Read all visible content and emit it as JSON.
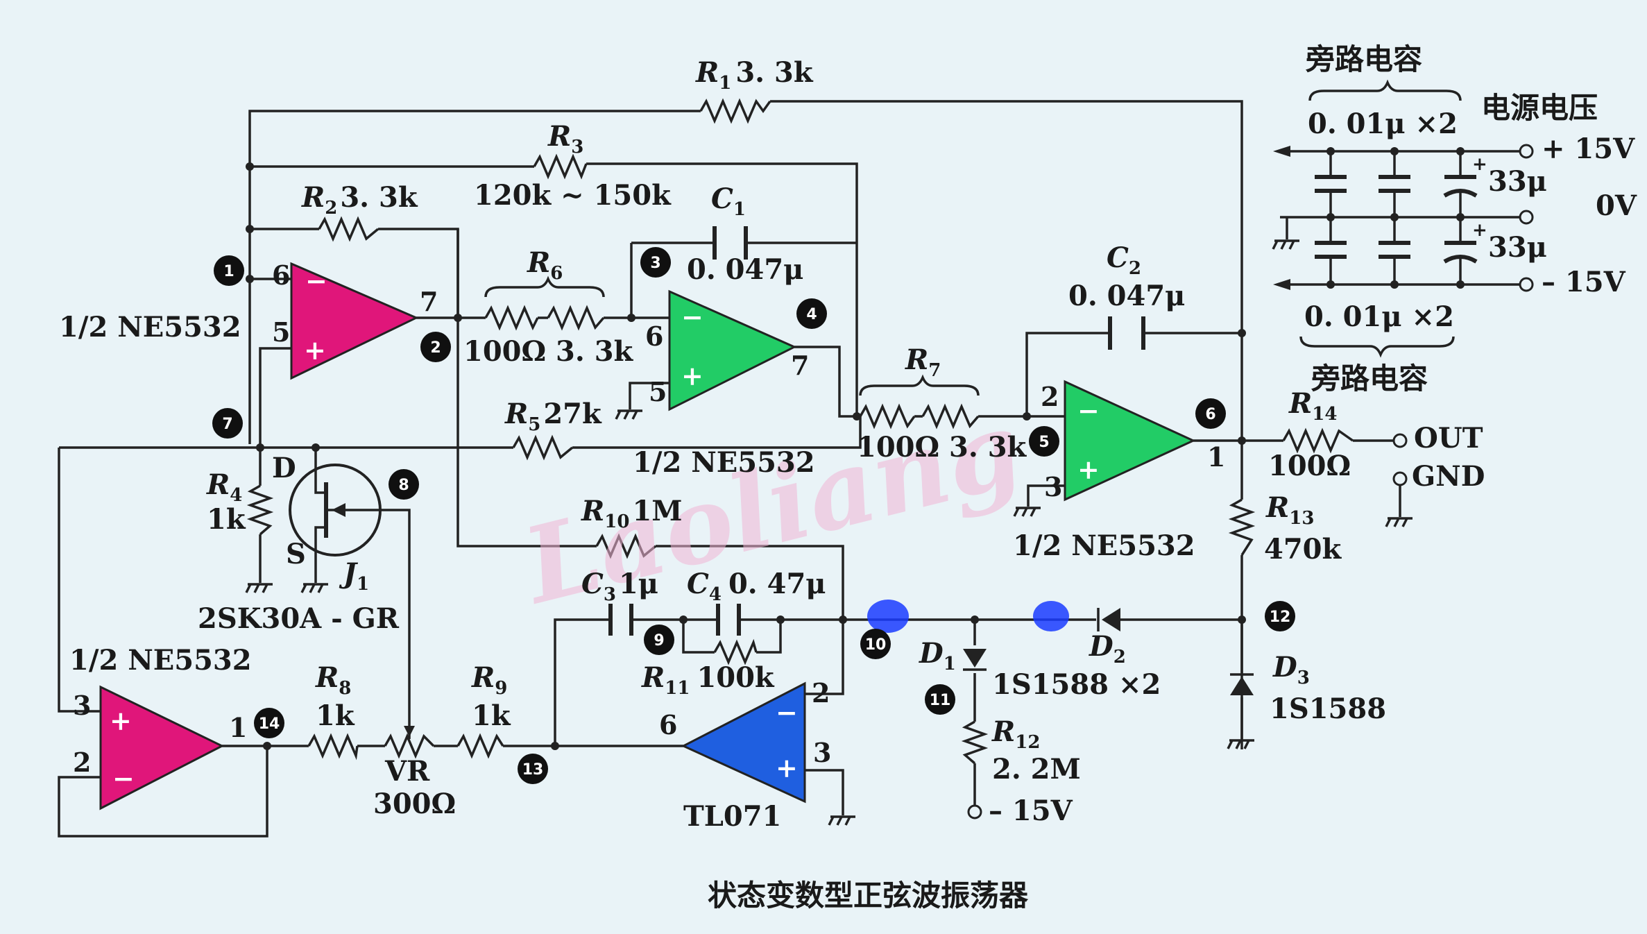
{
  "caption": "状态变数型正弦波振荡器",
  "watermark": "Laoliang",
  "colors": {
    "background": "#e9f3f7",
    "opamp_pink": "#e0167a",
    "opamp_green": "#22cc66",
    "opamp_blue": "#1f5fe0",
    "highlight_dot": "#1a3bff",
    "watermark": "#f2b6d6"
  },
  "icons": {
    "opamp": "triangle-opamp-icon",
    "ground": "ground-icon",
    "terminal": "open-circle-terminal-icon",
    "diode": "diode-icon",
    "jfet": "jfet-icon"
  },
  "opamps": {
    "u1": {
      "label": "1/2 NE5532",
      "pin_inv": "6",
      "pin_noninv": "5",
      "pin_out": "7",
      "sign_inv": "−",
      "sign_noninv": "+"
    },
    "u2": {
      "label": "1/2 NE5532",
      "pin_inv": "6",
      "pin_noninv": "5",
      "pin_out": "7",
      "sign_inv": "−",
      "sign_noninv": "+"
    },
    "u3": {
      "label": "1/2 NE5532",
      "pin_inv": "2",
      "pin_noninv": "3",
      "pin_out": "1",
      "sign_inv": "−",
      "sign_noninv": "+"
    },
    "u4": {
      "label": "1/2 NE5532",
      "pin_noninv": "3",
      "pin_inv": "2",
      "pin_out": "1",
      "sign_inv": "−",
      "sign_noninv": "+"
    },
    "u5": {
      "label": "TL071",
      "pin_inv": "2",
      "pin_noninv": "3",
      "pin_out": "6",
      "sign_inv": "−",
      "sign_noninv": "+"
    }
  },
  "components": {
    "r1": {
      "name": "R",
      "sub": "1",
      "value": "3. 3k"
    },
    "r2": {
      "name": "R",
      "sub": "2",
      "value": "3. 3k"
    },
    "r3": {
      "name": "R",
      "sub": "3",
      "value": "120k ~ 150k"
    },
    "r4": {
      "name": "R",
      "sub": "4",
      "value": "1k"
    },
    "r5": {
      "name": "R",
      "sub": "5",
      "value": "27k"
    },
    "r6": {
      "name": "R",
      "sub": "6",
      "value": "100Ω 3. 3k"
    },
    "r7": {
      "name": "R",
      "sub": "7",
      "value": "100Ω 3. 3k"
    },
    "r8": {
      "name": "R",
      "sub": "8",
      "value": "1k"
    },
    "r9": {
      "name": "R",
      "sub": "9",
      "value": "1k"
    },
    "r10": {
      "name": "R",
      "sub": "10",
      "value": "1M"
    },
    "r11": {
      "name": "R",
      "sub": "11",
      "value": "100k"
    },
    "r12": {
      "name": "R",
      "sub": "12",
      "value": "2. 2M"
    },
    "r13": {
      "name": "R",
      "sub": "13",
      "value": "470k"
    },
    "r14": {
      "name": "R",
      "sub": "14",
      "value": "100Ω"
    },
    "c1": {
      "name": "C",
      "sub": "1",
      "value": "0. 047μ"
    },
    "c2": {
      "name": "C",
      "sub": "2",
      "value": "0. 047μ"
    },
    "c3": {
      "name": "C",
      "sub": "3",
      "value": "1μ"
    },
    "c4": {
      "name": "C",
      "sub": "4",
      "value": "0. 47μ"
    },
    "vr": {
      "name": "VR",
      "value": "300Ω"
    },
    "d1": {
      "name": "D",
      "sub": "1",
      "value": "1S1588 ×2"
    },
    "d2": {
      "name": "D",
      "sub": "2"
    },
    "d3": {
      "name": "D",
      "sub": "3",
      "value": "1S1588"
    },
    "j1": {
      "name": "J",
      "sub": "1",
      "value": "2SK30A - GR",
      "pin_d": "D",
      "pin_s": "S"
    }
  },
  "power": {
    "title": "电源电压",
    "bypass_label": "旁路电容",
    "bypass_top": "0. 01μ ×2",
    "bypass_bottom": "0. 01μ ×2",
    "electrolytic_top": "33μ",
    "electrolytic_bottom": "33μ",
    "rail_pos": "+ 15V",
    "rail_zero": "0V",
    "rail_neg": "– 15V",
    "plus_sign": "+",
    "r12_supply": "– 15V"
  },
  "outputs": {
    "out": "OUT",
    "gnd": "GND"
  },
  "node_markers": [
    "1",
    "2",
    "3",
    "4",
    "5",
    "6",
    "7",
    "8",
    "9",
    "10",
    "11",
    "12",
    "13"
  ]
}
